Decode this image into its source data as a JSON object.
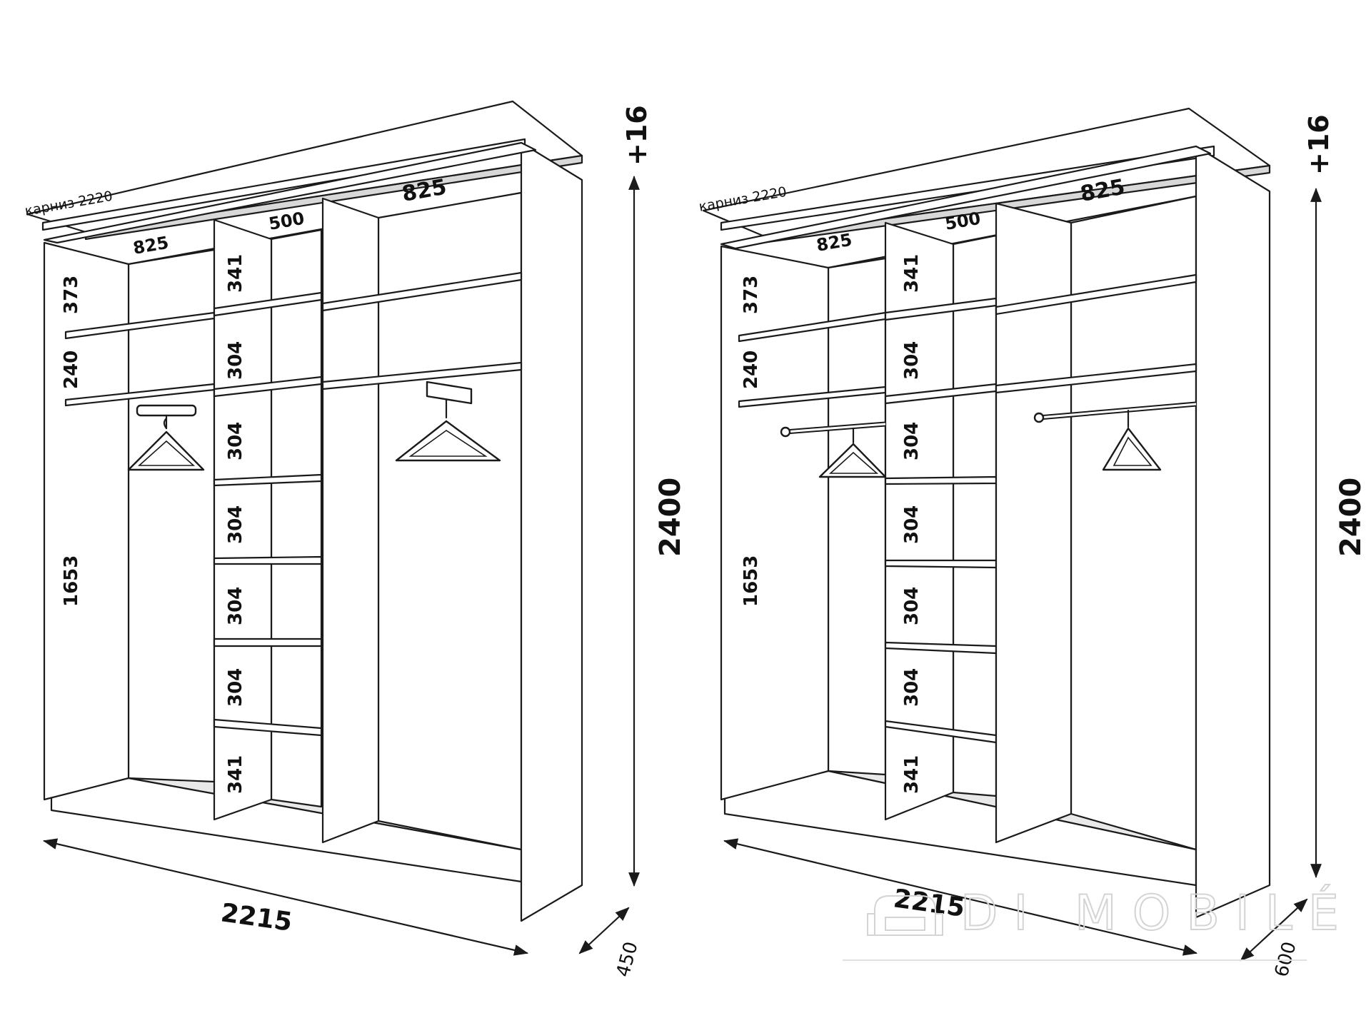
{
  "left_diagram": {
    "cornice": "карниз 2220",
    "top_widths": [
      "825",
      "500",
      "825"
    ],
    "left_column_heights": [
      "373",
      "240",
      "1653"
    ],
    "middle_column_heights": [
      "341",
      "304",
      "304",
      "304",
      "304",
      "304",
      "341"
    ],
    "total_height": "2400",
    "cornice_height": "+16",
    "total_width": "2215",
    "depth": "450",
    "hanger_type": "pull-out-hanger-rail"
  },
  "right_diagram": {
    "cornice": "карниз 2220",
    "top_widths": [
      "825",
      "500",
      "825"
    ],
    "left_column_heights": [
      "373",
      "240",
      "1653"
    ],
    "middle_column_heights": [
      "341",
      "304",
      "304",
      "304",
      "304",
      "304",
      "341"
    ],
    "total_height": "2400",
    "cornice_height": "+16",
    "total_width": "2215",
    "depth": "600",
    "hanger_type": "hanging-rod"
  },
  "watermark": "DI MOBILÉ",
  "colors": {
    "line": "#1a1a1a",
    "panel": "#ffffff",
    "shade": "#e9e9e9",
    "watermark": "#d4d4d4"
  }
}
